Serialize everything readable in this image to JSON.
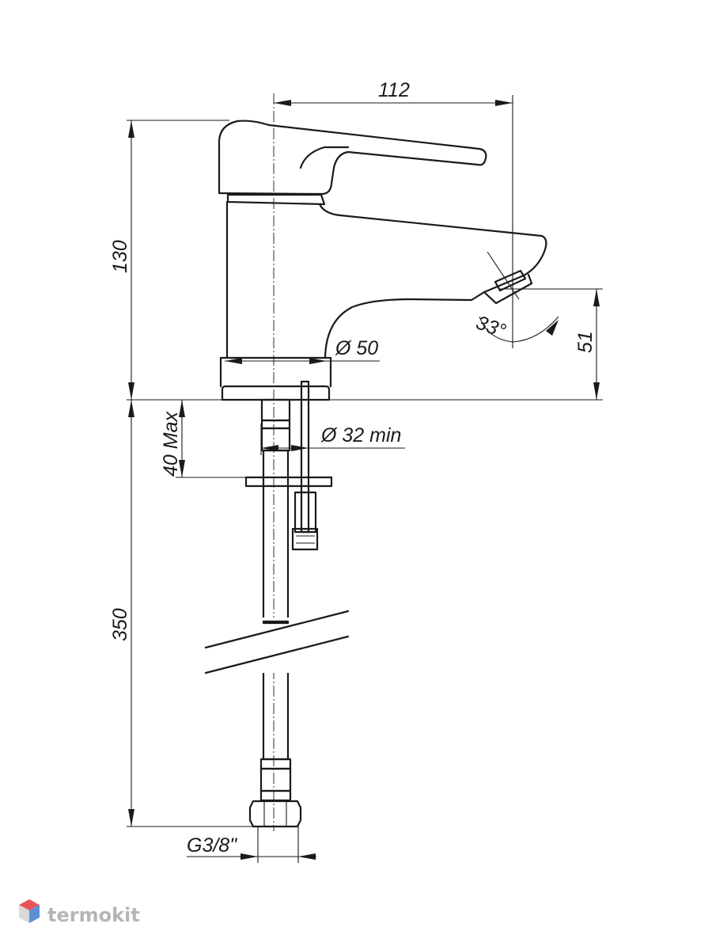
{
  "dimensions": {
    "spout_reach": "112",
    "total_height": "130",
    "base_diameter": "Ø 50",
    "spout_height": "51",
    "spout_angle": "33°",
    "hole_diameter": "Ø 32 min",
    "max_deck_thickness": "40 Max",
    "hose_length": "350",
    "connection_thread": "G3/8\""
  },
  "watermark": {
    "text": "termokit",
    "logo_colors": [
      "#e8545a",
      "#5b8fd6"
    ]
  }
}
